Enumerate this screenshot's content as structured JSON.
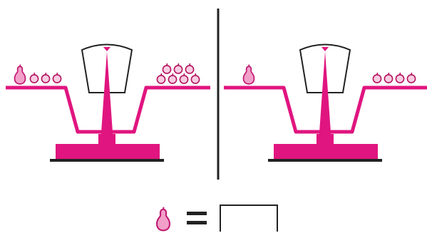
{
  "puzzle": {
    "colors": {
      "magenta": "#e0157f",
      "pear_fill": "#f2a0c9",
      "pear_stroke": "#c01870",
      "plum_fill": "#f7cde1",
      "plum_stroke": "#b3125f",
      "dark": "#222222",
      "dial_face": "#ffffff"
    },
    "icons": [
      "pear-icon",
      "plum-icon",
      "balance-scale",
      "equals-sign",
      "answer-box"
    ],
    "left_scale": {
      "balanced": true,
      "left_pan": {
        "pears": 1,
        "plums": 3
      },
      "right_pan": {
        "pears": 0,
        "plums": 7
      }
    },
    "right_scale": {
      "balanced": true,
      "left_pan": {
        "pears": 1,
        "plums": 0
      },
      "right_pan": {
        "pears": 0,
        "plums": 4
      }
    },
    "equation": {
      "lhs_icon": "pear-icon",
      "operator_icon": "equals-sign",
      "answer": ""
    }
  }
}
